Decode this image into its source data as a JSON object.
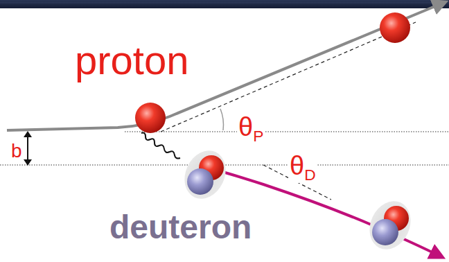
{
  "diagram": {
    "labels": [
      "proton",
      "b",
      "θP",
      "θD",
      "deuteron"
    ]
  }
}
